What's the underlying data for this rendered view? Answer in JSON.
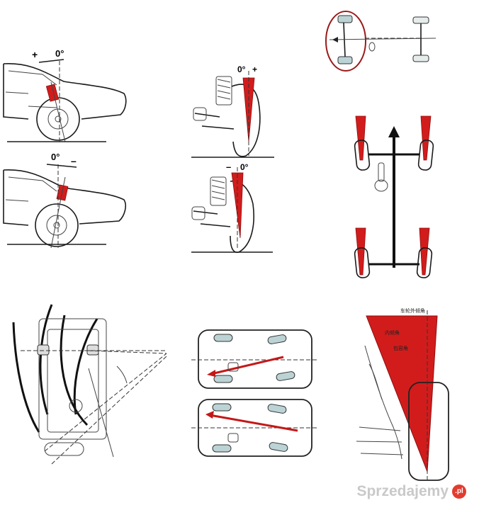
{
  "camber_car_top": {
    "plus": "+",
    "zero": "0°"
  },
  "camber_car_bottom": {
    "zero": "0°",
    "minus": "–"
  },
  "camber_strut_top": {
    "zero": "0°",
    "plus": "+"
  },
  "camber_strut_bottom": {
    "minus": "–",
    "zero": "0°"
  },
  "caster_labels": {
    "top": "车轮外倾角",
    "mid1": "内倾角",
    "mid2": "包容角"
  },
  "watermark": {
    "text": "Sprzedajemy",
    "badge": ".pl"
  },
  "colors": {
    "accent_red": "#d21c1c",
    "ink": "#1b1b1b",
    "wheel_fill": "#bcd3d6",
    "frame_outline": "#9a1a1a"
  },
  "icons": {
    "watermark_badge": "red-dot-badge"
  }
}
